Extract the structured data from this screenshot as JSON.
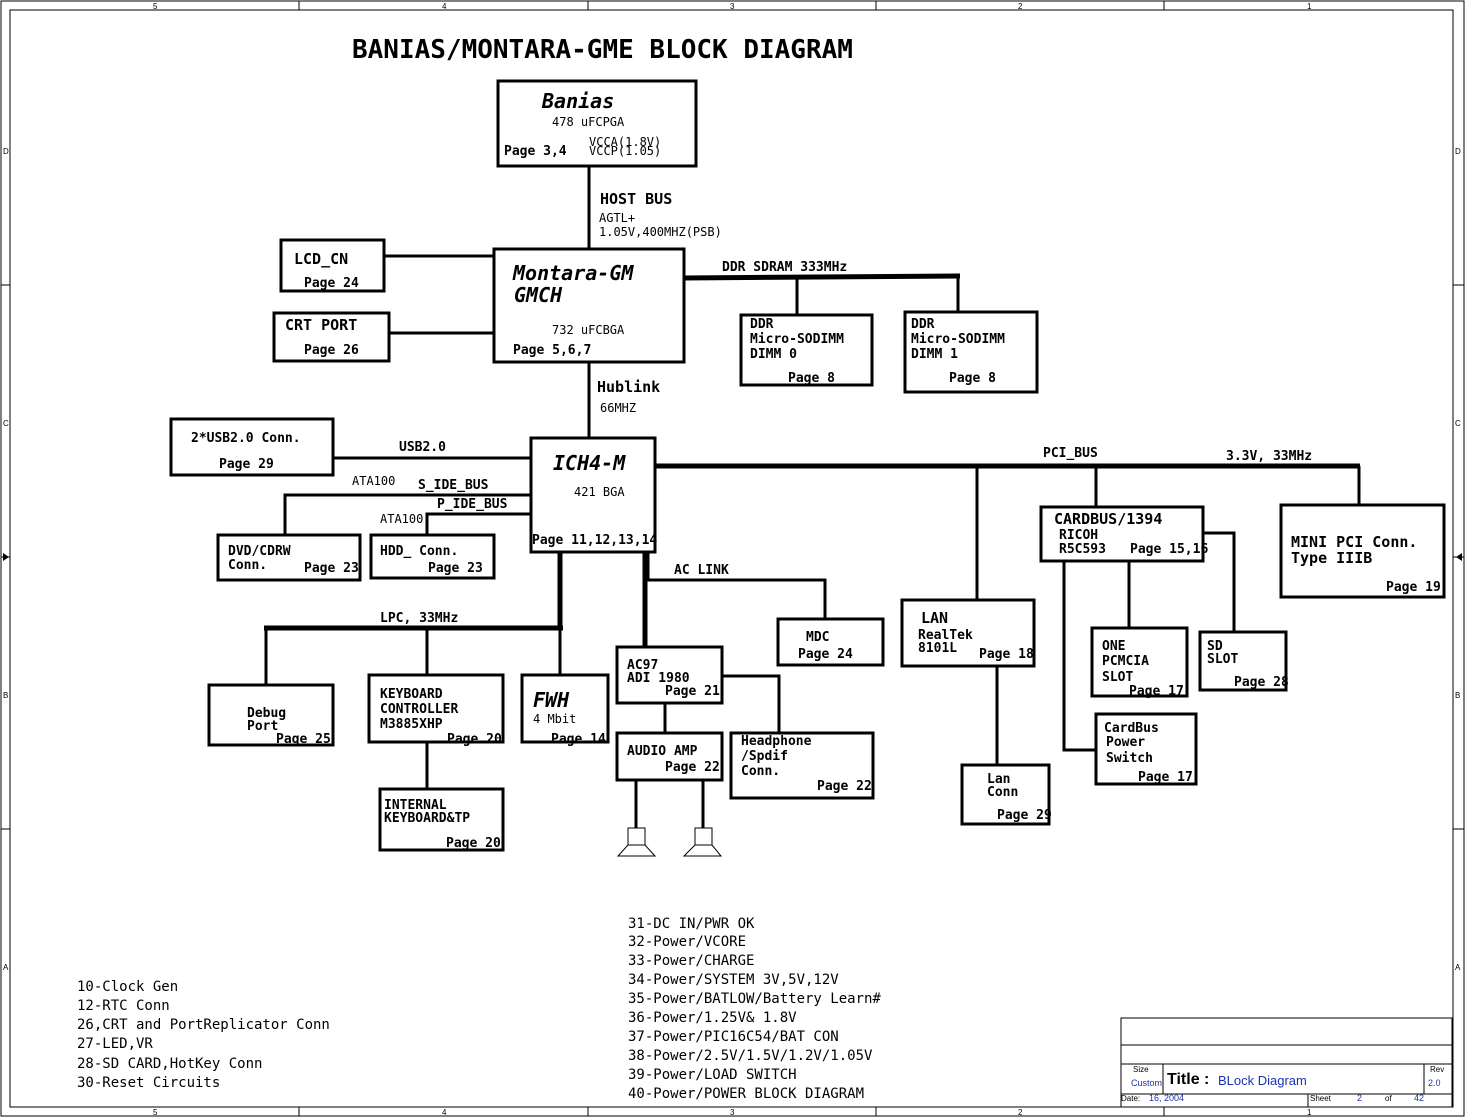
{
  "title": "BANIAS/MONTARA-GME BLOCK DIAGRAM",
  "frame": {
    "top_zones": [
      "5",
      "4",
      "3",
      "2",
      "1"
    ],
    "side_zones": [
      "D",
      "C",
      "B",
      "A"
    ]
  },
  "blocks": {
    "banias": {
      "name": "Banias",
      "pkg": "478 uFCPGA",
      "v1": "VCCA(1.8V)",
      "v2": "VCCP(1.05)",
      "page": "Page 3,4"
    },
    "gmch": {
      "name1": "Montara-GM",
      "name2": "GMCH",
      "pkg": "732 uFCBGA",
      "page": "Page 5,6,7"
    },
    "lcd": {
      "name": "LCD_CN",
      "page": "Page 24"
    },
    "crt": {
      "name": "CRT PORT",
      "page": "Page 26"
    },
    "dimm0": {
      "l1": "DDR",
      "l2": "Micro-SODIMM",
      "l3": "DIMM 0",
      "page": "Page 8"
    },
    "dimm1": {
      "l1": "DDR",
      "l2": "Micro-SODIMM",
      "l3": "DIMM 1",
      "page": "Page 8"
    },
    "ich": {
      "name": "ICH4-M",
      "pkg": "421 BGA",
      "page": "Page 11,12,13,14"
    },
    "usb": {
      "name": "2*USB2.0 Conn.",
      "page": "Page 29"
    },
    "dvd": {
      "l1": "DVD/CDRW",
      "l2": "Conn.",
      "page": "Page 23"
    },
    "hdd": {
      "l1": "HDD_ Conn.",
      "page": "Page 23"
    },
    "cardbus": {
      "l1": "CARDBUS/1394",
      "l2": "RICOH",
      "l3": "R5C593",
      "page": "Page 15,16"
    },
    "minipci": {
      "l1": "MINI PCI Conn.",
      "l2": "Type IIIB",
      "page": "Page 19"
    },
    "lan": {
      "l1": "LAN",
      "l2": "RealTek",
      "l3": "8101L",
      "page": "Page 18"
    },
    "pcmcia": {
      "l1": "ONE",
      "l2": "PCMCIA",
      "l3": "SLOT",
      "page": "Page 17"
    },
    "sd": {
      "l1": "SD",
      "l2": "SLOT",
      "page": "Page 28"
    },
    "cbpower": {
      "l1": "CardBus",
      "l2": "Power",
      "l3": "Switch",
      "page": "Page 17"
    },
    "lanconn": {
      "l1": "Lan",
      "l2": "Conn",
      "page": "Page 29"
    },
    "mdc": {
      "l1": "MDC",
      "page": "Page 24"
    },
    "ac97": {
      "l1": "AC97",
      "l2": "ADI 1980",
      "page": "Page 21"
    },
    "audioamp": {
      "l1": "AUDIO AMP",
      "page": "Page 22"
    },
    "headphone": {
      "l1": "Headphone",
      "l2": "/Spdif",
      "l3": "Conn.",
      "page": "Page 22"
    },
    "debug": {
      "l1": "Debug",
      "l2": "Port",
      "page": "Page 25"
    },
    "kbc": {
      "l1": "KEYBOARD",
      "l2": "CONTROLLER",
      "l3": "M3885XHP",
      "page": "Page 20"
    },
    "fwh": {
      "l1": "FWH",
      "l2": "4 Mbit",
      "page": "Page 14"
    },
    "intkb": {
      "l1": "INTERNAL",
      "l2": "KEYBOARD&TP",
      "page": "Page 20"
    }
  },
  "buses": {
    "host": "HOST BUS",
    "agtl": "AGTL+",
    "host_speed": "1.05V,400MHZ(PSB)",
    "ddr": "DDR SDRAM 333MHz",
    "hublink": "Hublink",
    "hub_speed": "66MHZ",
    "usb": "USB2.0",
    "ata1": "ATA100",
    "sidebus": "S_IDE_BUS",
    "pidebus": "P_IDE_BUS",
    "ata2": "ATA100",
    "pci": "PCI_BUS",
    "pci_speed": "3.3V, 33MHz",
    "aclink": "AC LINK",
    "lpc": "LPC, 33MHz"
  },
  "notes_left": [
    "10-Clock Gen",
    "12-RTC Conn",
    "26,CRT and PortReplicator Conn",
    "27-LED,VR",
    "28-SD CARD,HotKey Conn",
    "30-Reset Circuits"
  ],
  "notes_mid": [
    "31-DC IN/PWR OK",
    "32-Power/VCORE",
    "33-Power/CHARGE",
    "34-Power/SYSTEM 3V,5V,12V",
    "35-Power/BATLOW/Battery Learn#",
    "36-Power/1.25V& 1.8V",
    "37-Power/PIC16C54/BAT CON",
    "38-Power/2.5V/1.5V/1.2V/1.05V",
    "39-Power/LOAD SWITCH",
    "40-Power/POWER BLOCK DIAGRAM"
  ],
  "titleblock": {
    "size_label": "Size",
    "size_value": "Custom",
    "title_label": "Title :",
    "title_value": "BLock Diagram",
    "rev_label": "Rev",
    "rev_value": "2.0",
    "date_label": "Date:",
    "date_value": "16, 2004",
    "sheet_label": "Sheet",
    "sheet_value": "2",
    "of_label": "of",
    "of_value": "42"
  }
}
